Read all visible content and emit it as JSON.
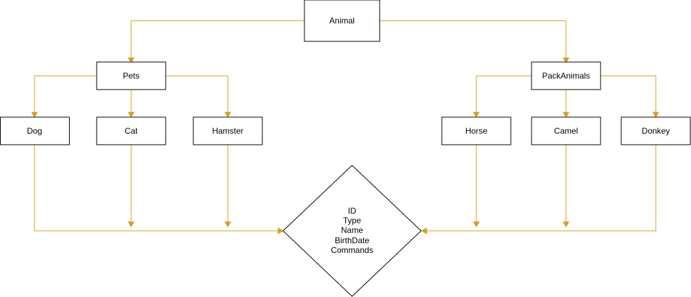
{
  "diagram": {
    "nodes": {
      "animal": "Animal",
      "pets": "Pets",
      "pack_animals": "PackAnimals",
      "dog": "Dog",
      "cat": "Cat",
      "hamster": "Hamster",
      "horse": "Horse",
      "camel": "Camel",
      "donkey": "Donkey"
    },
    "fields": [
      "ID",
      "Type",
      "Name",
      "BirthDate",
      "Commands"
    ],
    "edge_color": "#d4a017",
    "edges": [
      {
        "from": "animal",
        "to": "pets"
      },
      {
        "from": "animal",
        "to": "pack_animals"
      },
      {
        "from": "pets",
        "to": "dog"
      },
      {
        "from": "pets",
        "to": "cat"
      },
      {
        "from": "pets",
        "to": "hamster"
      },
      {
        "from": "pack_animals",
        "to": "horse"
      },
      {
        "from": "pack_animals",
        "to": "camel"
      },
      {
        "from": "pack_animals",
        "to": "donkey"
      },
      {
        "from": "dog",
        "to": "fields"
      },
      {
        "from": "cat",
        "to": "fields"
      },
      {
        "from": "hamster",
        "to": "fields"
      },
      {
        "from": "horse",
        "to": "fields"
      },
      {
        "from": "camel",
        "to": "fields"
      },
      {
        "from": "donkey",
        "to": "fields"
      }
    ]
  }
}
